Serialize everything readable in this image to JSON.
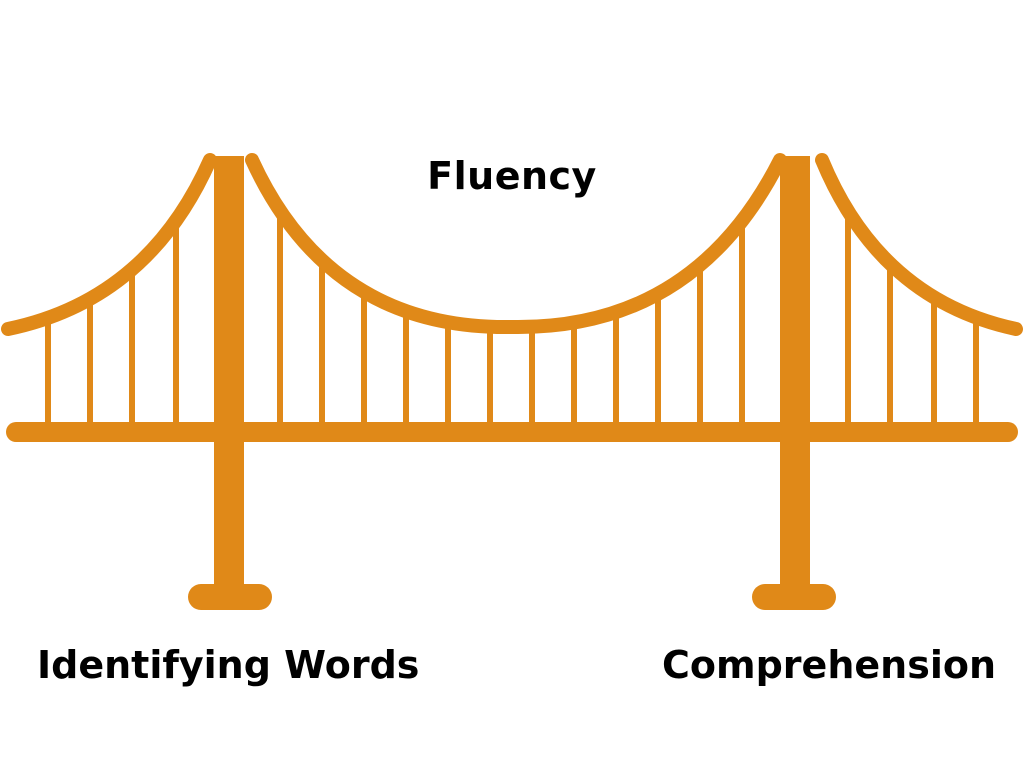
{
  "labels": {
    "top": "Fluency",
    "left": "Identifying Words",
    "right": "Comprehension"
  },
  "colors": {
    "bridge": "#E08918",
    "text": "#000000",
    "background": "#FFFFFF"
  }
}
